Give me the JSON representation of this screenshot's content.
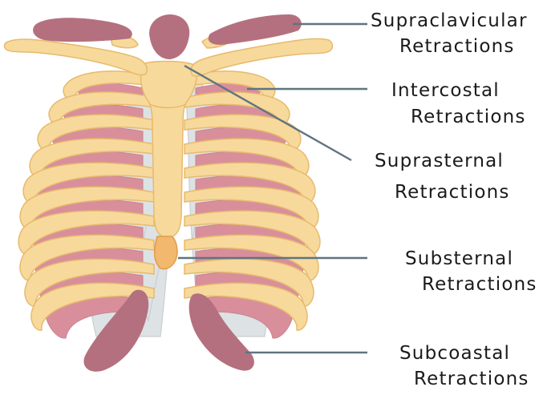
{
  "labels": [
    {
      "id": "supraclavicular",
      "lines": [
        "Supraclavicular",
        "Retractions"
      ]
    },
    {
      "id": "intercostal",
      "lines": [
        "Intercostal",
        "Retractions"
      ]
    },
    {
      "id": "suprasternal",
      "lines": [
        "Suprasternal",
        "Retractions"
      ]
    },
    {
      "id": "substernal",
      "lines": [
        "Substernal",
        "Retractions"
      ]
    },
    {
      "id": "subcostal",
      "lines": [
        "Subcoastal",
        "Retractions"
      ]
    }
  ],
  "colors": {
    "bone": "#f7d99c",
    "bone_outline": "#e7ba6c",
    "intercostal_muscle": "#d98f9b",
    "cartilage": "#dde2e4",
    "retraction_area": "#b4707e",
    "leader_line": "#5f7480"
  }
}
